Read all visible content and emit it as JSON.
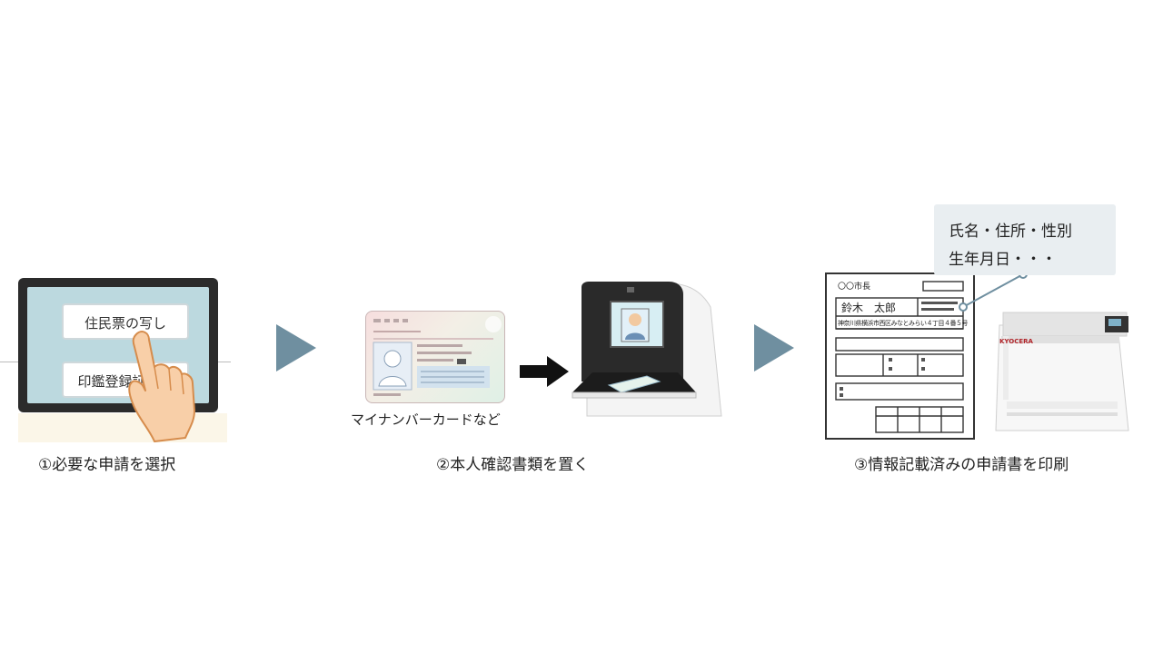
{
  "step1": {
    "screen_button_1": "住民票の写し",
    "screen_button_2": "印鑑登録証明書",
    "caption": "①必要な申請を選択"
  },
  "step2": {
    "card_label": "マイナンバーカードなど",
    "caption": "②本人確認書類を置く"
  },
  "step3": {
    "form_header": "〇〇市長",
    "form_name": "鈴木　太郎",
    "form_address": "神奈川県横浜市西区みなとみらい４丁目４番５号",
    "bubble_line_1": "氏名・住所・性別",
    "bubble_line_2": "生年月日・・・",
    "printer_brand": "KYOCERA",
    "caption": "③情報記載済みの申請書を印刷"
  },
  "colors": {
    "arrow": "#6f8fa0",
    "tablet_screen": "#bcd9df",
    "bubble": "#e9eef1"
  }
}
